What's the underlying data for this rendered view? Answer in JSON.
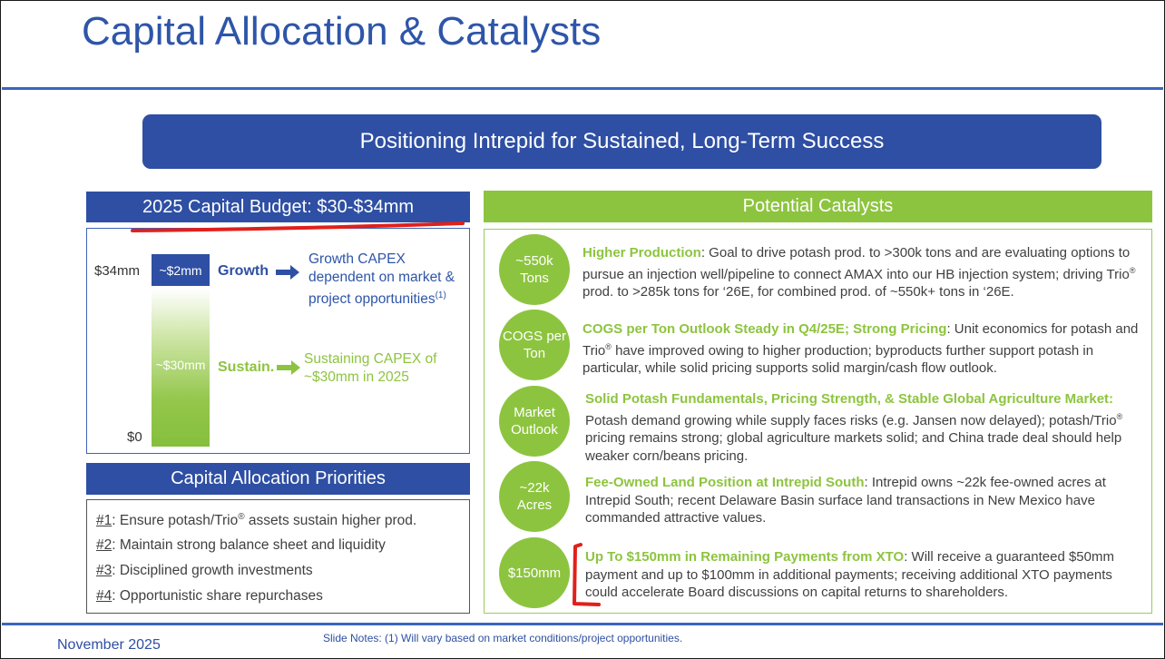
{
  "page": {
    "title": "Capital Allocation & Catalysts",
    "banner": "Positioning Intrepid for Sustained, Long-Term Success",
    "date": "November 2025",
    "notes": "Slide Notes: (1) Will vary based on market conditions/project opportunities."
  },
  "budget": {
    "header": "2025 Capital Budget: $30-$34mm",
    "axis_top": "$34mm",
    "axis_bottom": "$0",
    "growth_bar": "~$2mm",
    "sustain_bar": "~$30mm",
    "growth_label": "Growth",
    "sustain_label": "Sustain.",
    "growth_desc": "Growth CAPEX dependent on market & project opportunities",
    "growth_note": "(1)",
    "sustain_desc": "Sustaining CAPEX of ~$30mm in 2025"
  },
  "priorities": {
    "header": "Capital Allocation Priorities",
    "items": [
      {
        "num": "#1",
        "text_a": ": Ensure potash/Trio",
        "sup": "®",
        "text_b": " assets sustain higher prod."
      },
      {
        "num": "#2",
        "text_a": ": Maintain strong balance sheet and liquidity",
        "sup": "",
        "text_b": ""
      },
      {
        "num": "#3",
        "text_a": ": Disciplined growth investments",
        "sup": "",
        "text_b": ""
      },
      {
        "num": "#4",
        "text_a": ": Opportunistic share repurchases",
        "sup": "",
        "text_b": ""
      }
    ]
  },
  "catalysts": {
    "header": "Potential Catalysts",
    "items": [
      {
        "circle": "~550k Tons",
        "heading": "Higher Production",
        "body": ": Goal to drive potash prod. to >300k tons and are evaluating options to pursue an injection well/pipeline to connect AMAX into our HB injection system; driving Trio",
        "sup": "®",
        "body2": " prod. to >285k tons for ‘26E, for combined prod. of ~550k+ tons in ‘26E."
      },
      {
        "circle": "COGS per Ton",
        "heading": "COGS per Ton Outlook Steady in Q4/25E; Strong Pricing",
        "body": ": Unit economics for potash and Trio",
        "sup": "®",
        "body2": " have improved owing to higher production; byproducts further support potash in particular, while solid pricing supports solid margin/cash flow outlook."
      },
      {
        "circle": "Market Outlook",
        "heading": "Solid Potash Fundamentals, Pricing Strength, & Stable Global Agriculture Market:",
        "body": " Potash demand growing while supply faces risks (e.g. Jansen now delayed); potash/Trio",
        "sup": "®",
        "body2": "  pricing remains strong; global agriculture markets solid; and China trade deal should help weaker corn/beans pricing."
      },
      {
        "circle": "~22k Acres",
        "heading": "Fee-Owned Land Position at Intrepid South",
        "body": ": Intrepid owns ~22k fee-owned acres at Intrepid South; recent Delaware Basin surface land transactions in New Mexico have commanded attractive values.",
        "sup": "",
        "body2": ""
      },
      {
        "circle": "$150mm",
        "heading": "Up To $150mm in Remaining Payments from XTO",
        "body": ": Will receive a guaranteed $50mm payment and up to $100mm in additional payments; receiving additional XTO payments could accelerate Board discussions on capital returns to shareholders.",
        "sup": "",
        "body2": ""
      }
    ]
  },
  "colors": {
    "blue": "#2E4FA3",
    "green": "#8DC43F",
    "annotation_red": "#E0201B"
  }
}
